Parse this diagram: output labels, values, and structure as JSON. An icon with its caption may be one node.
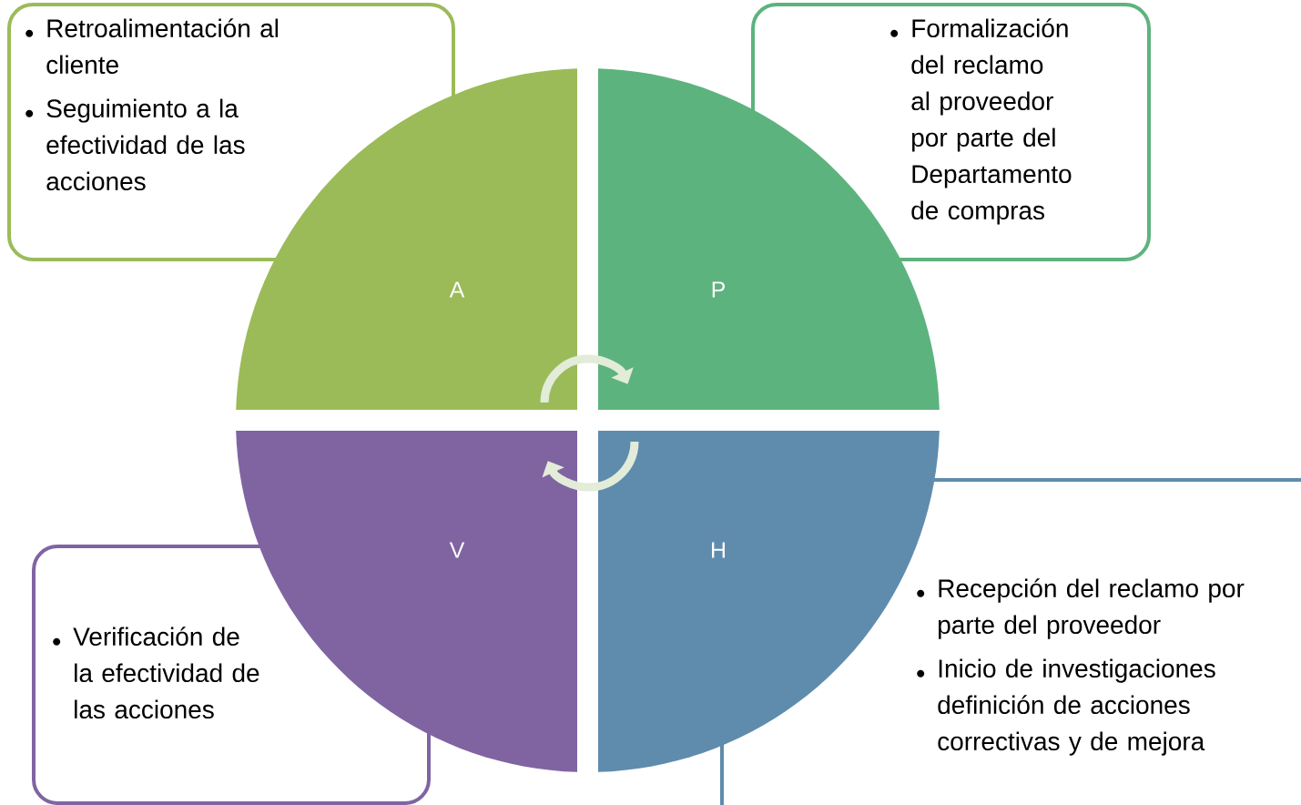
{
  "diagram": {
    "nodes": [
      {
        "text": [
          "Retroalimentación al cliente",
          "Seguimiento a la efectividad de las acciones"
        ]
      },
      {
        "text": [
          "Formalización del reclamo al proveedor por parte del Departamento de compras"
        ]
      },
      {
        "text": [
          "A"
        ]
      },
      {
        "text": [
          "P"
        ]
      },
      {
        "text": [
          "V"
        ]
      },
      {
        "text": [
          "H"
        ]
      },
      {
        "text": [
          "Verificación de la efectividad de las acciones"
        ]
      },
      {
        "text": [
          "Recepción del reclamo por parte del proveedor",
          "Inicio de investigaciones definición de acciones correctivas y de mejora"
        ]
      }
    ],
    "edges": [
      {
        "from": 2,
        "to": 3,
        "arrow": "to"
      },
      {
        "from": 5,
        "to": 4,
        "arrow": "to"
      }
    ]
  }
}
